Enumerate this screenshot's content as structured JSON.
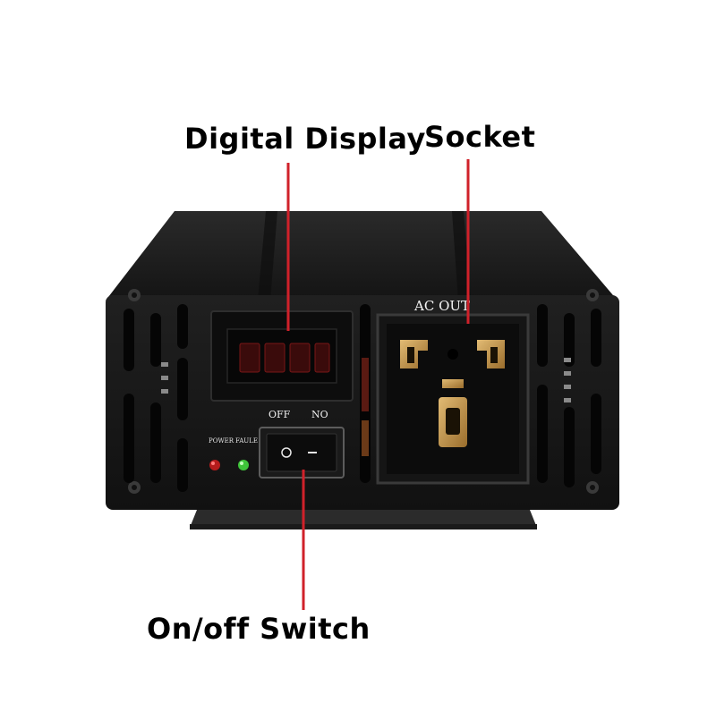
{
  "callouts": {
    "display": "Digital Display",
    "socket": "Socket",
    "switch": "On/off Switch"
  },
  "panel": {
    "socket_label": "AC OUT",
    "off_label": "OFF",
    "on_label": "NO",
    "power_led_label": "POWER",
    "fault_led_label": "FAULE"
  },
  "colors": {
    "body": "#1b1b1b",
    "leader_line": "#d0212a",
    "display_digits": "#e02020",
    "power_led": "#c81e1e",
    "fault_led": "#52d64b",
    "socket_contacts": "#c79a55"
  }
}
